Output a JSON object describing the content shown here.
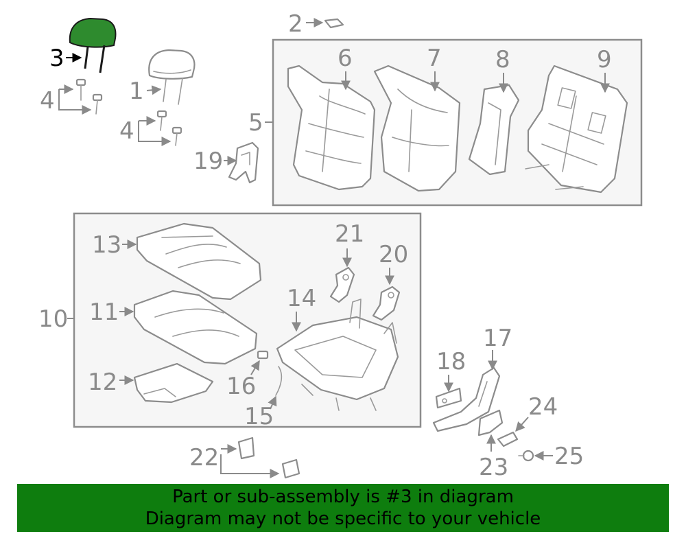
{
  "diagram": {
    "highlight_color": "#2e8b2e",
    "labels": {
      "l1": "1",
      "l2": "2",
      "l3": "3",
      "l4a": "4",
      "l4b": "4",
      "l5": "5",
      "l6": "6",
      "l7": "7",
      "l8": "8",
      "l9": "9",
      "l10": "10",
      "l11": "11",
      "l12": "12",
      "l13": "13",
      "l14": "14",
      "l15": "15",
      "l16": "16",
      "l17": "17",
      "l18": "18",
      "l19": "19",
      "l20": "20",
      "l21": "21",
      "l22": "22",
      "l23": "23",
      "l24": "24",
      "l25": "25"
    }
  },
  "banner": {
    "line1": "Part or sub-assembly is #3 in diagram",
    "line2": "Diagram may not be specific to your vehicle",
    "color": "#0e7d0e"
  }
}
